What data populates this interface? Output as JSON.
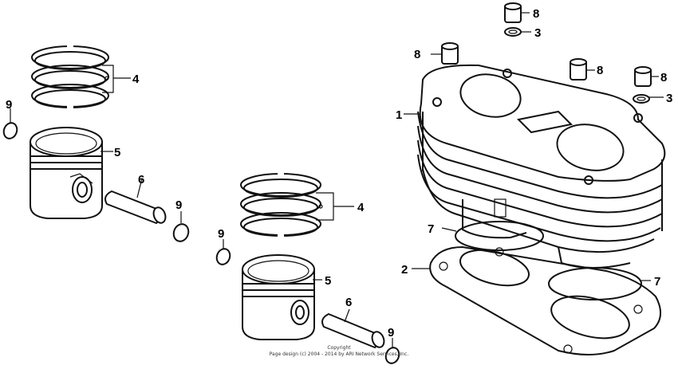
{
  "callouts": {
    "c1": "1",
    "c2": "2",
    "c3a": "3",
    "c3b": "3",
    "c4a": "4",
    "c4b": "4",
    "c5a": "5",
    "c5b": "5",
    "c6a": "6",
    "c6b": "6",
    "c7a": "7",
    "c7b": "7",
    "c8a": "8",
    "c8b": "8",
    "c8c": "8",
    "c8d": "8",
    "c9a": "9",
    "c9b": "9",
    "c9c": "9",
    "c9d": "9"
  },
  "copyright": {
    "line1": "Copyright",
    "line2": "Page design (c) 2004 - 2014 by ARI Network Services, Inc."
  }
}
